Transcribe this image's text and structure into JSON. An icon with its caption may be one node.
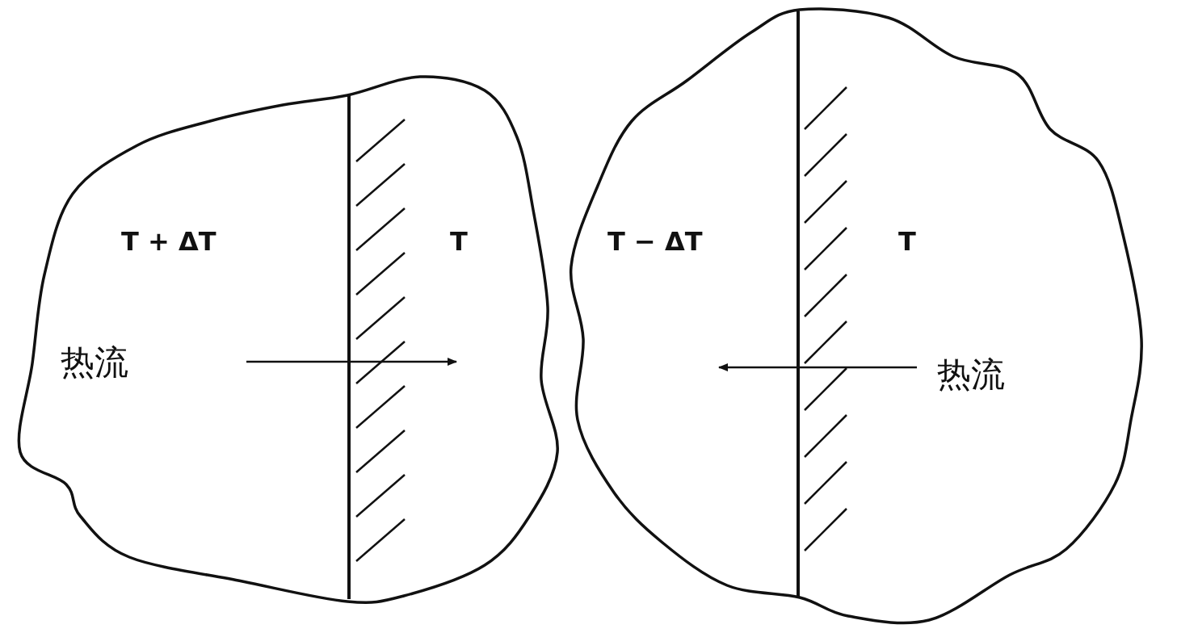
{
  "diagram": {
    "nodes": [
      {
        "text": [
          "T + ΔT",
          "T",
          "热流"
        ]
      },
      {
        "text": [
          "T − ΔT",
          "T",
          "热流"
        ]
      }
    ]
  }
}
